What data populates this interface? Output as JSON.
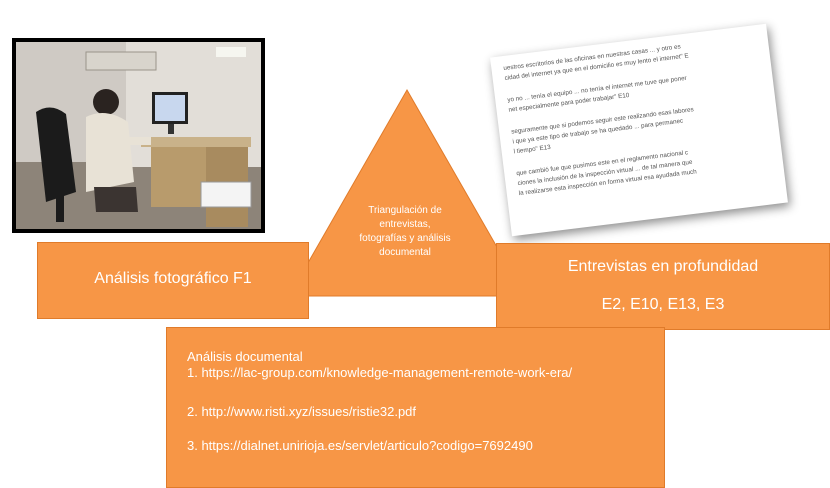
{
  "photo": {
    "description_icon": "photo-icon"
  },
  "document": {
    "lines": [
      [
        "uestros escritorios de las oficinas en nuestras casas ... y otro es",
        "cidad del internet ya que en el domicilio es muy lento el internet\" E"
      ],
      [
        "yo no ... tenía el equipo ... no tenía el internet me tuve que poner",
        "net especialmente para poder trabajar\" E10"
      ],
      [
        "seguramente que si podemos seguir este realizando esas labores",
        "i que ya este tipo de trabajo se ha quedado ... para permanec",
        "l tiempo\" E13"
      ],
      [
        "que cambió fue que pusimos este en el reglamento nacional c",
        "ciones la inclusión de la inspección virtual ... de tal manera que",
        "la realizarse esta inspección en forma virtual esa ayudada much"
      ]
    ]
  },
  "triangle": {
    "lines": [
      "Triangulación de",
      "entrevistas,",
      "fotografías y análisis",
      "documental"
    ]
  },
  "left_box": {
    "label": "Análisis fotográfico F1"
  },
  "right_box": {
    "title": "Entrevistas en profundidad",
    "codes": "E2, E10, E13, E3"
  },
  "bottom_box": {
    "heading": "Análisis documental",
    "items": [
      "1. https://lac-group.com/knowledge-management-remote-work-era/",
      "2. http://www.risti.xyz/issues/ristie32.pdf",
      "3. https://dialnet.unirioja.es/servlet/articulo?codigo=7692490"
    ]
  },
  "colors": {
    "box_fill": "#F79646",
    "box_border": "#E07B2A",
    "text": "#FFFFFF"
  }
}
